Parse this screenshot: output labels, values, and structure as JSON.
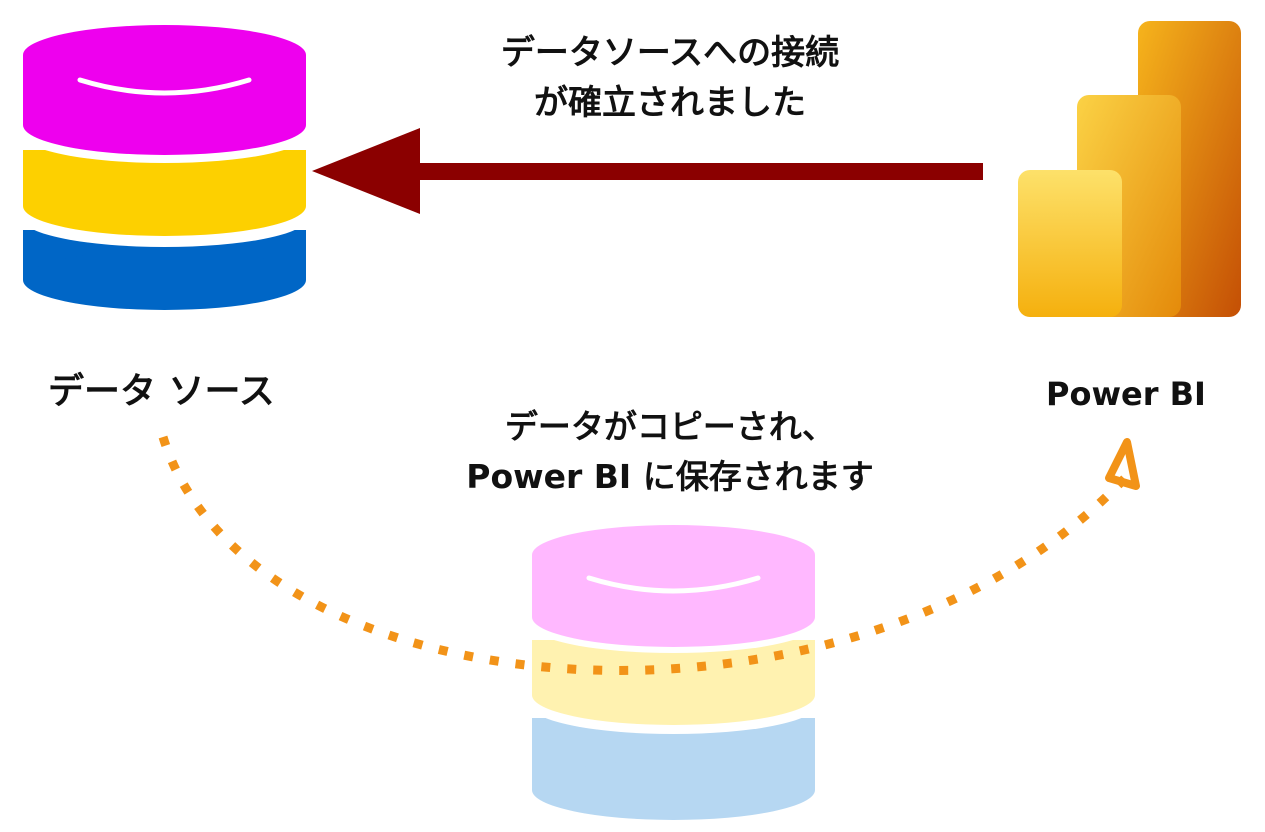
{
  "labels": {
    "connection_line1": "データソースへの接続",
    "connection_line2": "が確立されました",
    "data_source": "データ ソース",
    "power_bi": "Power BI",
    "copy_line1": "データがコピーされ、",
    "copy_line2": "Power BI に保存されます"
  },
  "icons": {
    "data_source": "database-icon",
    "power_bi": "power-bi-logo-icon",
    "stored_copy": "database-icon"
  },
  "colors": {
    "db_top": "#ee00ee",
    "db_middle": "#fdd000",
    "db_bottom": "#0066c6",
    "db_copy_top": "#ffb8ff",
    "db_copy_middle": "#fff2b0",
    "db_copy_bottom": "#b6d7f2",
    "connection_arrow": "#8b0000",
    "copy_path": "#f29318"
  }
}
